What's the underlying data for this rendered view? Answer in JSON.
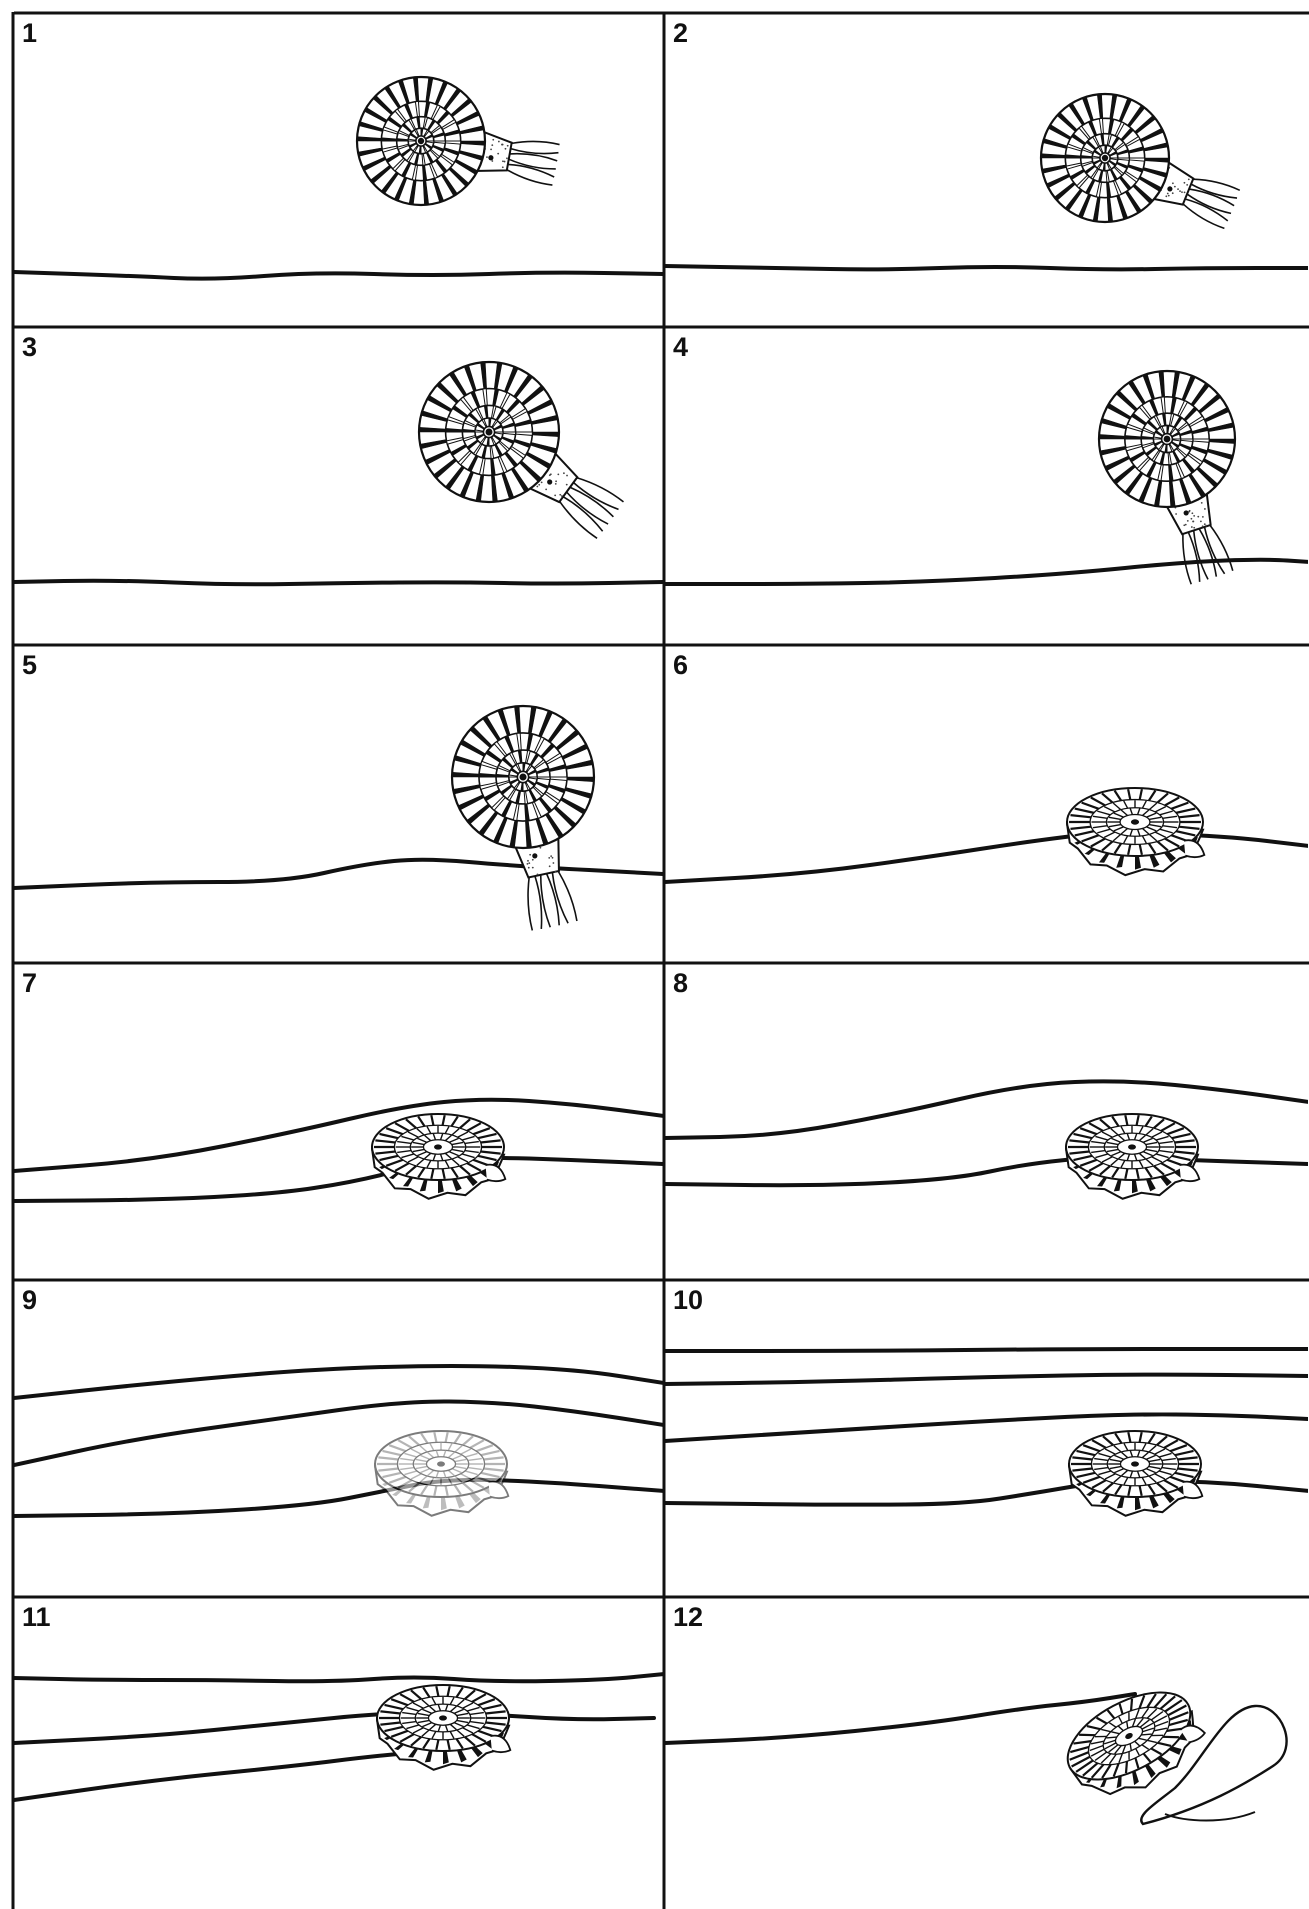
{
  "figure": {
    "colors": {
      "line": "#111111",
      "background": "#ffffff",
      "stipple": "#444444"
    },
    "panels": [
      {
        "number": "1",
        "stage": "ammonite swimming above sea floor",
        "icon": "ammonite-icon"
      },
      {
        "number": "2",
        "stage": "ammonite swimming above sea floor",
        "icon": "ammonite-icon"
      },
      {
        "number": "3",
        "stage": "ammonite sinking toward sea floor",
        "icon": "ammonite-icon"
      },
      {
        "number": "4",
        "stage": "ammonite reaching sea floor",
        "icon": "ammonite-icon"
      },
      {
        "number": "5",
        "stage": "ammonite settling into sediment",
        "icon": "ammonite-icon"
      },
      {
        "number": "6",
        "stage": "shell lying on sea floor",
        "icon": "ammonite-fossil-icon"
      },
      {
        "number": "7",
        "stage": "shell covered by one sediment layer",
        "icon": "ammonite-fossil-icon"
      },
      {
        "number": "8",
        "stage": "shell covered by one sediment layer",
        "icon": "ammonite-fossil-icon"
      },
      {
        "number": "9",
        "stage": "shell buried under two layers, fading",
        "icon": "ammonite-fossil-icon"
      },
      {
        "number": "10",
        "stage": "shell buried under several layers",
        "icon": "ammonite-fossil-icon"
      },
      {
        "number": "11",
        "stage": "layers eroded toward the fossil",
        "icon": "ammonite-fossil-icon"
      },
      {
        "number": "12",
        "stage": "fossil exposed at the surface",
        "icon": "ammonite-fossil-icon"
      }
    ]
  }
}
